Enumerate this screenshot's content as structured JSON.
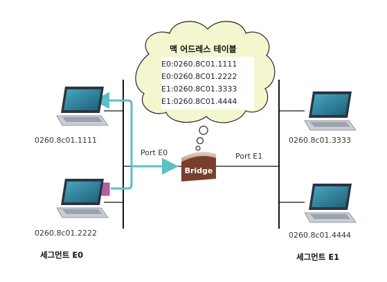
{
  "diagram": {
    "mac_table": {
      "title": "맥 어드레스 테이블",
      "entries": [
        "E0:0260.8C01.1111",
        "E0:0260.8C01.2222",
        "E1:0260.8C01.3333",
        "E1:0260.8C01.4444"
      ]
    },
    "bridge_label": "Bridge",
    "ports": {
      "e0": "Port E0",
      "e1": "Port E1"
    },
    "hosts": [
      {
        "mac": "0260.8c01.1111",
        "segment": "E0"
      },
      {
        "mac": "0260.8c01.2222",
        "segment": "E0"
      },
      {
        "mac": "0260.8c01.3333",
        "segment": "E1"
      },
      {
        "mac": "0260.8c01.4444",
        "segment": "E1"
      }
    ],
    "segments": {
      "e0": "세그먼트 E0",
      "e1": "세그먼트 E1"
    },
    "colors": {
      "arrow": "#5bbfc4",
      "frame": "#e1508f",
      "cloud_fill": "#f3f6cf",
      "bridge": "#7a3f2c",
      "laptop_screen": "#2f7f98"
    }
  }
}
